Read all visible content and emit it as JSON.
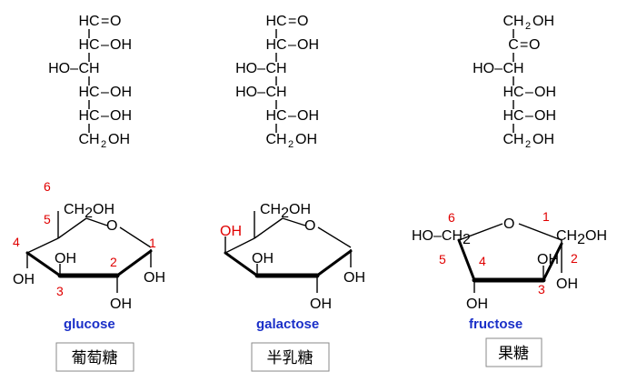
{
  "fischer": {
    "glucose": {
      "rows": [
        {
          "left": "",
          "carbon": "HC",
          "sep": "=",
          "right": "O"
        },
        {
          "left": "",
          "carbon": "HC",
          "sep": "–",
          "right": "OH"
        },
        {
          "left": "HO",
          "carbon": "CH",
          "sep": "",
          "right": ""
        },
        {
          "left": "",
          "carbon": "HC",
          "sep": "–",
          "right": "OH"
        },
        {
          "left": "",
          "carbon": "HC",
          "sep": "–",
          "right": "OH"
        },
        {
          "left": "",
          "carbon": "CH",
          "sub": "2",
          "right": "OH"
        }
      ]
    },
    "galactose": {
      "rows": [
        {
          "left": "",
          "carbon": "HC",
          "sep": "=",
          "right": "O"
        },
        {
          "left": "",
          "carbon": "HC",
          "sep": "–",
          "right": "OH"
        },
        {
          "left": "HO",
          "carbon": "CH",
          "sep": "",
          "right": ""
        },
        {
          "left": "HO",
          "carbon": "CH",
          "sep": "",
          "right": "",
          "highlight": true
        },
        {
          "left": "",
          "carbon": "HC",
          "sep": "–",
          "right": "OH"
        },
        {
          "left": "",
          "carbon": "CH",
          "sub": "2",
          "right": "OH"
        }
      ]
    },
    "fructose": {
      "rows": [
        {
          "left": "",
          "carbon": "CH",
          "sub": "2",
          "right": "OH"
        },
        {
          "left": "",
          "carbon": "C",
          "sep": "=",
          "right": "O",
          "highlight": true
        },
        {
          "left": "HO",
          "carbon": "CH",
          "sep": "",
          "right": ""
        },
        {
          "left": "",
          "carbon": "HC",
          "sep": "–",
          "right": "OH"
        },
        {
          "left": "",
          "carbon": "HC",
          "sep": "–",
          "right": "OH"
        },
        {
          "left": "",
          "carbon": "CH",
          "sub": "2",
          "right": "OH"
        }
      ]
    }
  },
  "rings": {
    "glucose": {
      "ch2oh": "CH",
      "ch2oh_sub": "2",
      "ch2oh_tail": "OH",
      "o": "O",
      "oh_c4": "OH",
      "oh_c3_up": "OH",
      "oh_c1": "OH",
      "oh_c2": "OH",
      "numbers": [
        "6",
        "5",
        "4",
        "1",
        "2",
        "3"
      ]
    },
    "galactose": {
      "ch2oh": "CH",
      "ch2oh_sub": "2",
      "ch2oh_tail": "OH",
      "o": "O",
      "oh_c4_up": "OH",
      "oh_c3_up": "OH",
      "oh_c1": "OH",
      "oh_c2": "OH"
    },
    "fructose": {
      "left_group": "HO–CH",
      "left_group_sub": "2",
      "o": "O",
      "right_group": "CH",
      "right_group_sub": "2",
      "right_group_tail": "OH",
      "oh_c2_up": "OH",
      "oh_c2_down": "OH",
      "oh_c4": "OH",
      "numbers": [
        "6",
        "1",
        "5",
        "2",
        "4",
        "3"
      ]
    }
  },
  "labels": {
    "glucose_en": "glucose",
    "galactose_en": "galactose",
    "fructose_en": "fructose",
    "glucose_zh": "葡萄糖",
    "galactose_zh": "半乳糖",
    "fructose_zh": "果糖"
  },
  "colors": {
    "highlight": "#e00000",
    "name": "#1a2fc8",
    "number": "#e00000"
  }
}
